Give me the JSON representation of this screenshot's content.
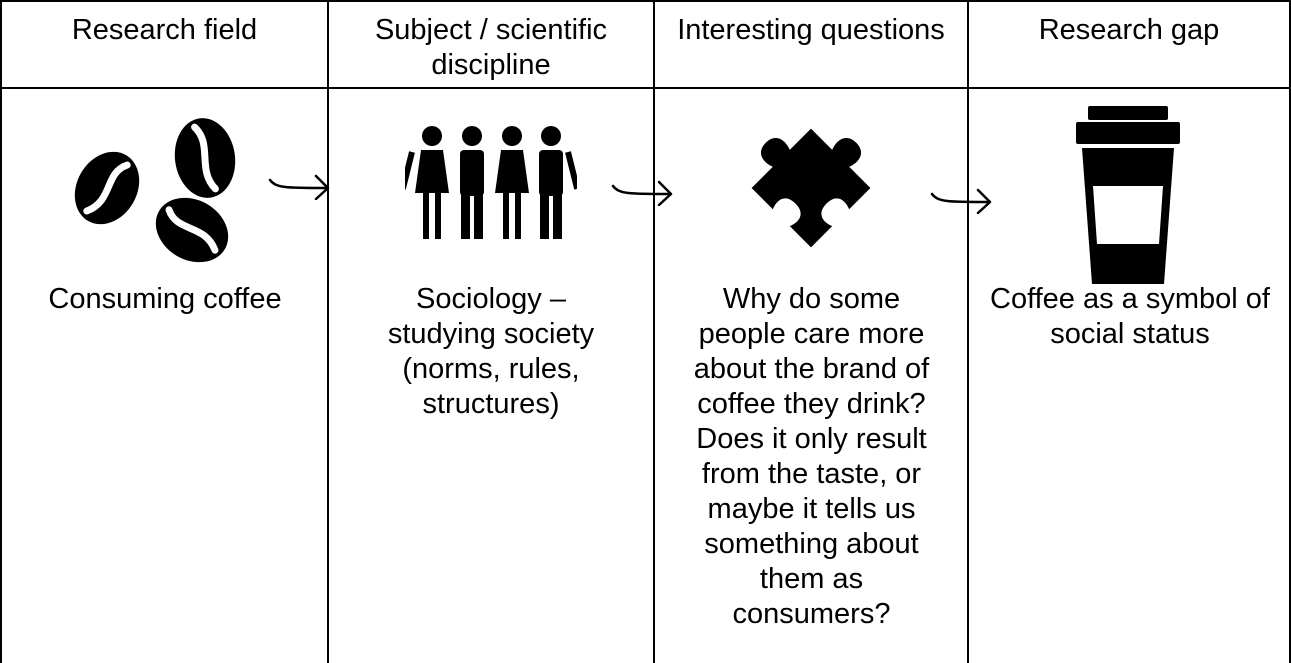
{
  "columns": [
    {
      "header": "Research field",
      "text": "Consuming coffee",
      "icon": "coffee-beans-icon"
    },
    {
      "header": "Subject / scientific discipline",
      "text": "Sociology – studying society (norms, rules, structures)",
      "icon": "people-group-icon"
    },
    {
      "header": "Interesting questions",
      "text": "Why do some people care more about the brand of coffee they drink? Does it only result from the taste, or maybe it tells us something about them as consumers?",
      "icon": "puzzle-piece-icon"
    },
    {
      "header": "Research gap",
      "text": "Coffee as a symbol of social status",
      "icon": "coffee-cup-icon"
    }
  ],
  "arrows": [
    "arrow-1",
    "arrow-2",
    "arrow-3"
  ]
}
